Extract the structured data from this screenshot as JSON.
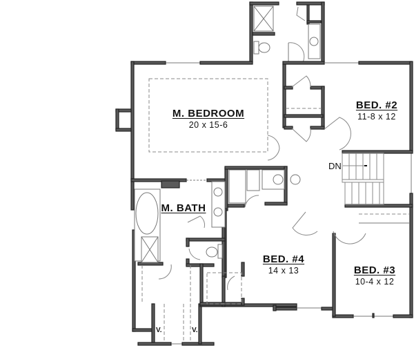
{
  "plan": {
    "rooms": [
      {
        "id": "master-bedroom",
        "name": "M. BEDROOM",
        "dimensions": "20 x 15-6"
      },
      {
        "id": "bed-2",
        "name": "BED. #2",
        "dimensions": "11-8 x 12"
      },
      {
        "id": "master-bath",
        "name": "M. BATH",
        "dimensions": ""
      },
      {
        "id": "bed-4",
        "name": "BED. #4",
        "dimensions": "14 x 13"
      },
      {
        "id": "bed-3",
        "name": "BED. #3",
        "dimensions": "10-4 x 12"
      }
    ],
    "stairs_label": "DN",
    "vent_labels": [
      "V.",
      "V."
    ]
  }
}
